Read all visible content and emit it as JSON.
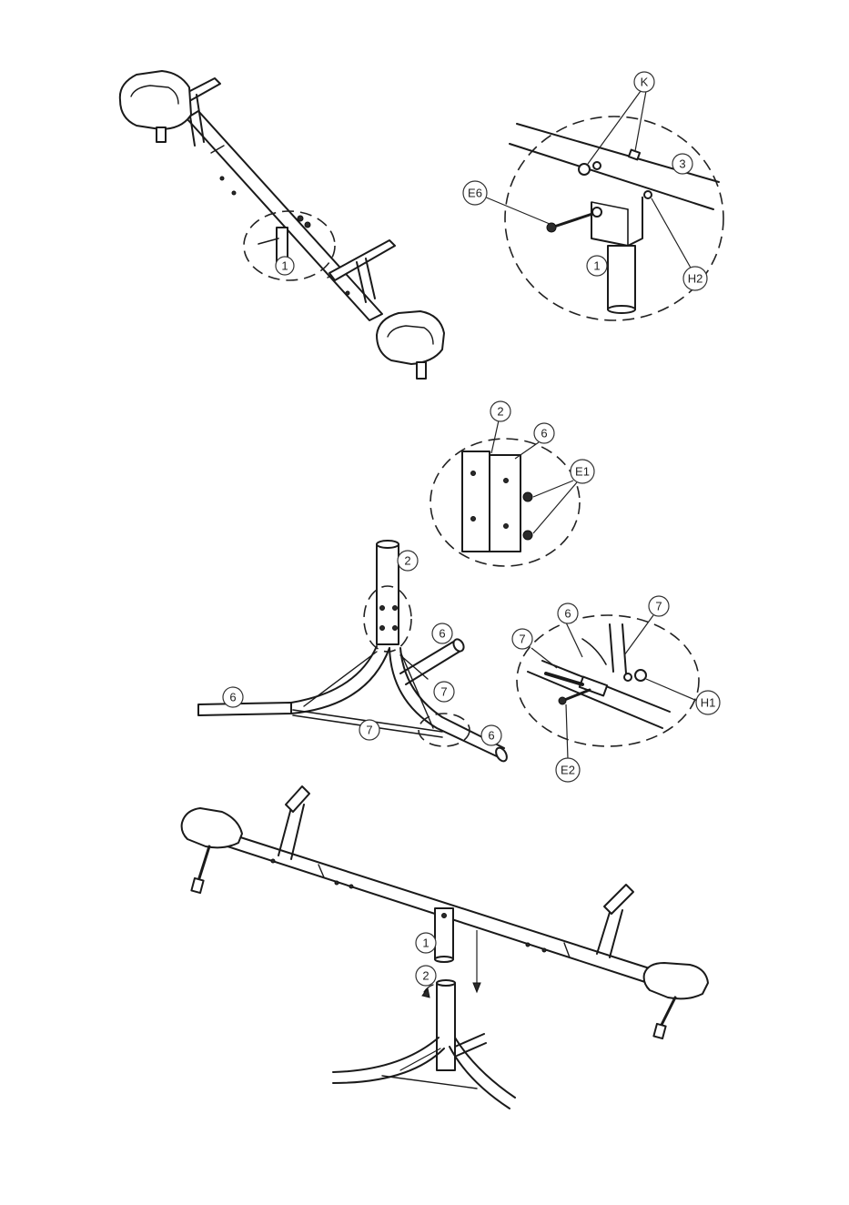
{
  "callouts": {
    "k": "K",
    "three": "3",
    "e6": "E6",
    "one": "1",
    "h2": "H2",
    "two": "2",
    "six": "6",
    "e1": "E1",
    "seven": "7",
    "h1": "H1",
    "e2": "E2"
  },
  "colors": {
    "line": "#1a1a1a",
    "background": "#ffffff"
  }
}
